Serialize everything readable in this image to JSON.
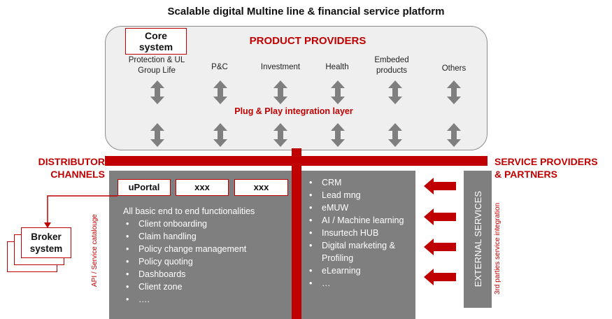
{
  "title": "Scalable digital Multine line & financial service platform",
  "product_providers": {
    "heading": "PRODUCT PROVIDERS",
    "core_system": "Core\nsystem",
    "categories": [
      {
        "label": "Protection & UL\nGroup Life"
      },
      {
        "label": "P&C"
      },
      {
        "label": "Investment"
      },
      {
        "label": "Health"
      },
      {
        "label": "Embeded\nproducts"
      },
      {
        "label": "Others"
      }
    ],
    "integration_layer": "Plug & Play integration layer"
  },
  "distributor_channels": "DISTRIBUTOR\nCHANNELS",
  "service_providers": "SERVICE PROVIDERS\n& PARTNERS",
  "portal_tabs": [
    "uPortal",
    "xxx",
    "xxx"
  ],
  "functionalities": {
    "heading": "All basic end to end functionalities",
    "items": [
      "Client onboarding",
      "Claim handling",
      "Policy change management",
      "Policy quoting",
      "Dashboards",
      "Client zone",
      "…."
    ]
  },
  "services": {
    "items": [
      "CRM",
      "Lead mng",
      "eMUW",
      "AI / Machine learning",
      "Insurtech HUB",
      "Digital marketing & Profiling",
      "eLearning",
      "…"
    ]
  },
  "external_services": "EXTERNAL SERVICES",
  "third_parties": "3rd parties service integration",
  "api_label": "API / Service catalouge",
  "broker_system": "Broker\nsystem",
  "colors": {
    "accent": "#c00000",
    "panel": "#7f7f7f",
    "provider_bg": "#efefef"
  },
  "icons": [
    "double-arrow-icon",
    "left-arrow-icon",
    "elbow-arrow-icon"
  ]
}
